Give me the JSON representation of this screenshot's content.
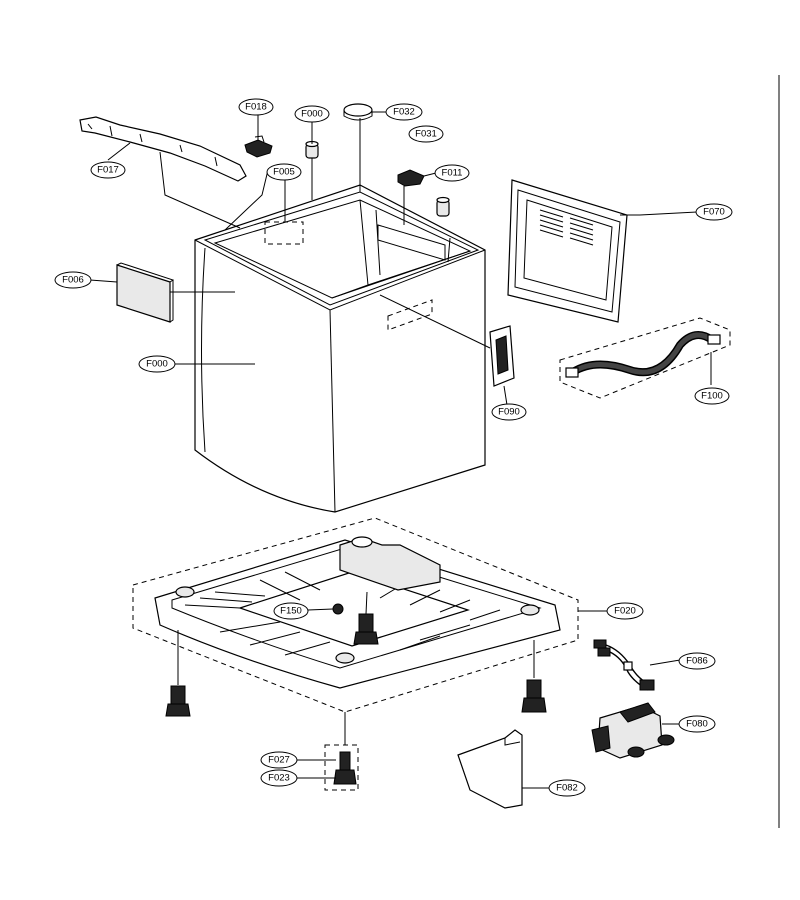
{
  "parts": {
    "f017": "F017",
    "f018": "F018",
    "f000_cap": "F000",
    "f032": "F032",
    "f031": "F031",
    "f005": "F005",
    "f011": "F011",
    "f070": "F070",
    "f006": "F006",
    "f000_cabinet": "F000",
    "f090": "F090",
    "f100": "F100",
    "f020": "F020",
    "f150": "F150",
    "f086": "F086",
    "f080": "F080",
    "f027": "F027",
    "f023": "F023",
    "f082": "F082"
  }
}
